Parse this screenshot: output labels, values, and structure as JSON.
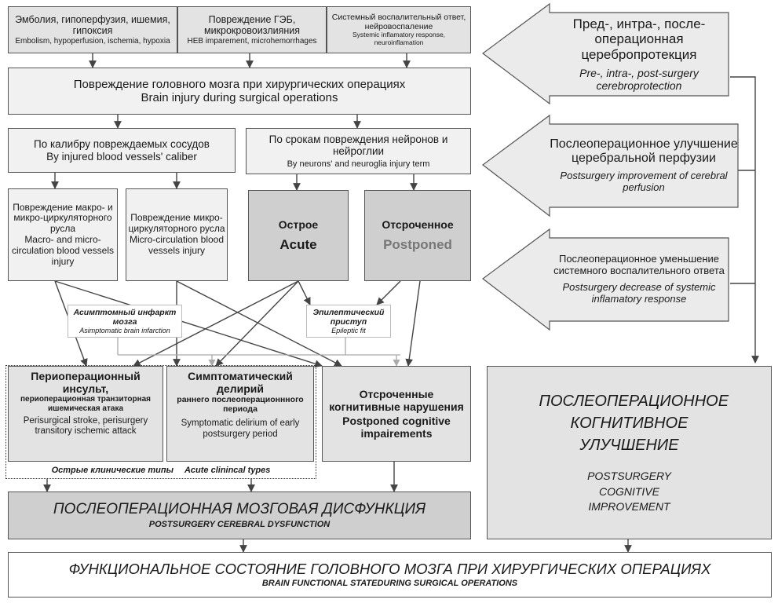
{
  "causes": [
    {
      "ru": "Эмболия, гипоперфузия, ишемия, гипоксия",
      "en": "Embolism, hypoperfusion, ischemia, hypoxia"
    },
    {
      "ru": "Повреждение ГЭБ, микрокровоизлияния",
      "en": "HEB imparement, microhemorrhages"
    },
    {
      "ru": "Системный воспалительный ответ, нейровоспаление",
      "en": "Systemic inflamatory response, neuroinflamation"
    }
  ],
  "brain_injury": {
    "ru": "Повреждение головного мозга при хирургических операциях",
    "en": "Brain injury during surgical operations"
  },
  "by_caliber": {
    "ru": "По калибру повреждаемых сосудов",
    "en": "By injured blood vessels' caliber"
  },
  "by_term": {
    "ru": "По срокам повреждения нейронов и нейроглии",
    "en": "By neurons' and neuroglia injury term"
  },
  "macro_micro": {
    "ru": "Повреждение макро- и микро-циркуляторного русла",
    "en": "Macro- and micro-circulation blood vessels injury"
  },
  "micro": {
    "ru": "Повреждение микро-циркуляторного русла",
    "en": "Micro-circulation blood vessels injury"
  },
  "acute": {
    "ru": "Острое",
    "en": "Acute"
  },
  "postponed": {
    "ru": "Отсроченное",
    "en": "Postponed"
  },
  "asymptomatic": {
    "ru": "Асимптомный инфаркт мозга",
    "en": "Asimptomatic brain infarction"
  },
  "epileptic": {
    "ru": "Эпилептический приступ",
    "en": "Epileptic fit"
  },
  "stroke": {
    "ru": "Периоперационный инсульт,",
    "ru2": "периоперационная транзиторная ишемическая атака",
    "en": "Perisurgical stroke, perisurgery transitory ischemic attack"
  },
  "delirium": {
    "ru": "Симптоматический делирий",
    "ru2": "раннего послеоперационнного периода",
    "en": "Symptomatic delirium of early postsurgery period"
  },
  "cognitive_impair": {
    "ru": "Отсроченные когнитивные нарушения",
    "en": "Postponed cognitive impairements"
  },
  "acute_types": {
    "ru": "Острые клинические типы",
    "en": "Acute clinincal types"
  },
  "dysfunction": {
    "ru": "ПОСЛЕОПЕРАЦИОННАЯ МОЗГОВАЯ ДИСФУНКЦИЯ",
    "en": "POSTSURGERY CEREBRAL DYSFUNCTION"
  },
  "functional_state": {
    "ru": "ФУНКЦИОНАЛЬНОЕ СОСТОЯНИЕ ГОЛОВНОГО МОЗГА ПРИ ХИРУРГИЧЕСКИХ ОПЕРАЦИЯХ",
    "en": "BRAIN FUNCTIONAL STATEDURING SURGICAL OPERATIONS"
  },
  "protection": [
    {
      "ru": "Пред-, интра-, после-операционная церебропротекция",
      "en": "Pre-, intra-, post-surgery cerebroprotection"
    },
    {
      "ru": "Послеоперационное улучшение церебральной перфузии",
      "en": "Postsurgery improvement of cerebral perfusion"
    },
    {
      "ru": "Послеоперационное уменьшение системного воспалительного ответа",
      "en": "Postsurgery decrease of systemic inflamatory response"
    }
  ],
  "cognitive_improvement": {
    "ru": "ПОСЛЕОПЕРАЦИОННОЕ КОГНИТИВНОЕ УЛУЧШЕНИЕ",
    "en": "POSTSURGERY COGNITIVE IMPROVEMENT"
  }
}
